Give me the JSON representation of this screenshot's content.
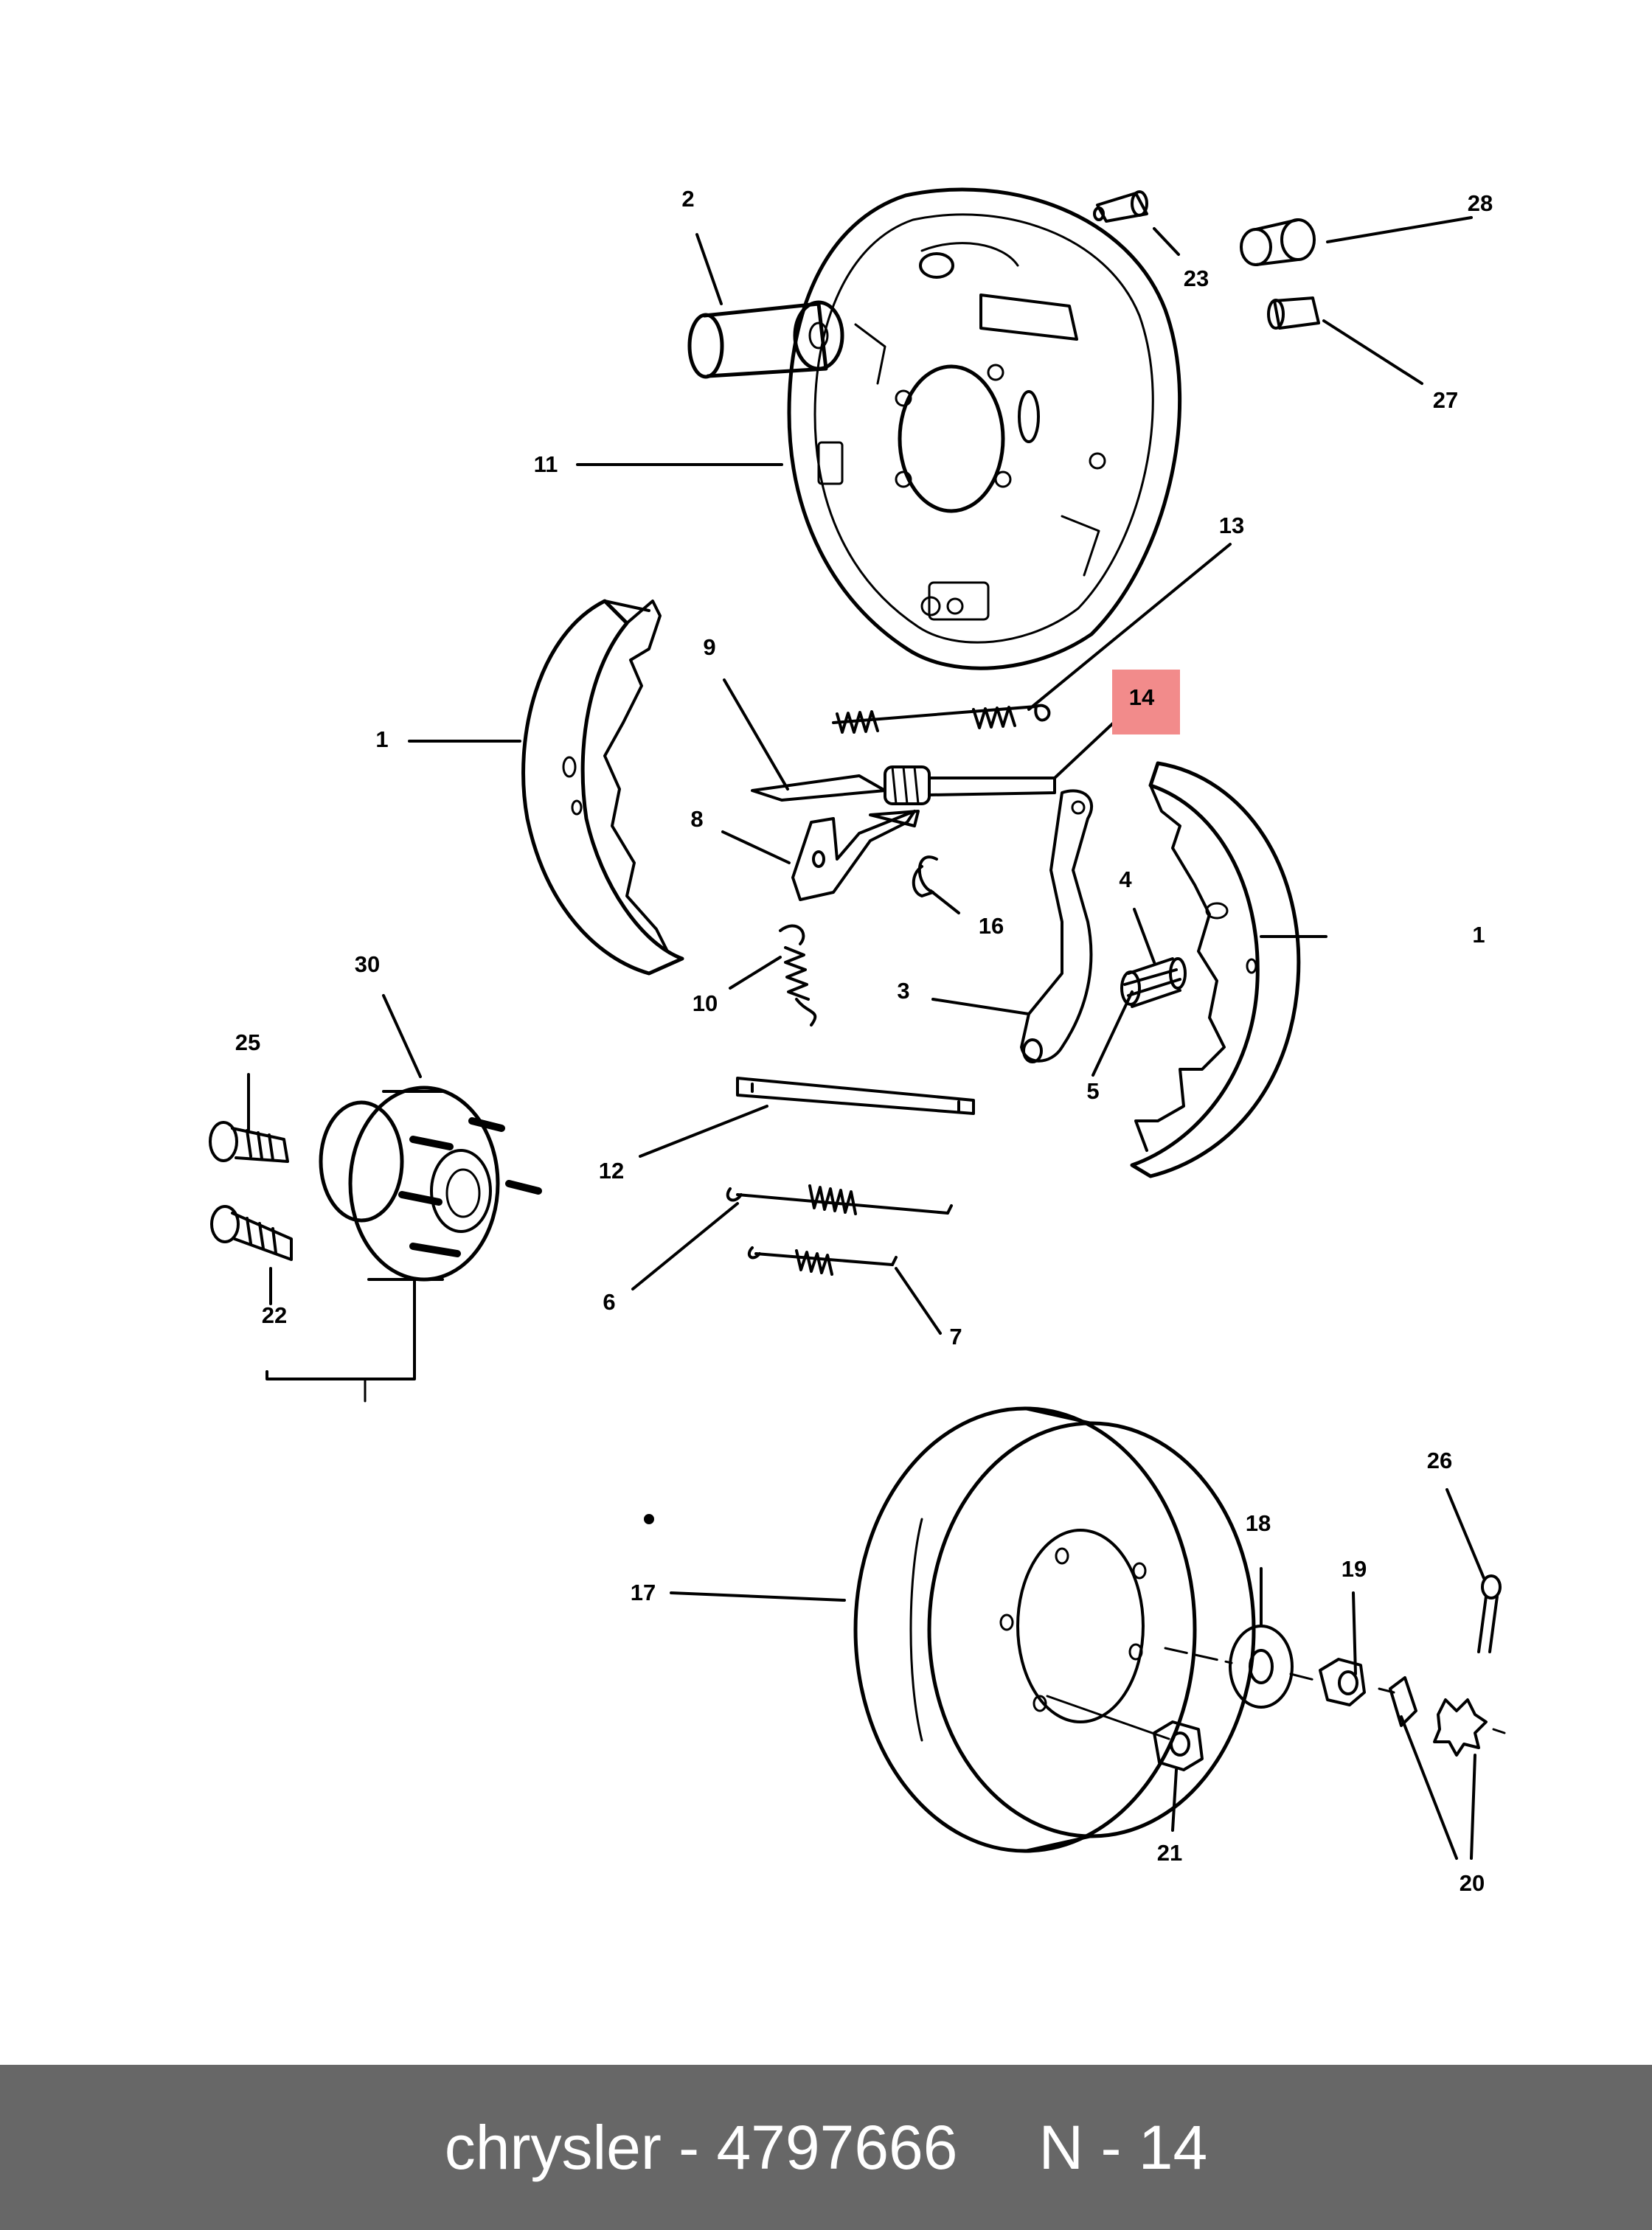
{
  "labels": {
    "l1a": "1",
    "l1b": "1",
    "l2": "2",
    "l3": "3",
    "l4": "4",
    "l5": "5",
    "l6": "6",
    "l7": "7",
    "l8": "8",
    "l9": "9",
    "l10": "10",
    "l11": "11",
    "l12": "12",
    "l13": "13",
    "l14": "14",
    "l16": "16",
    "l17": "17",
    "l18": "18",
    "l19": "19",
    "l20": "20",
    "l21": "21",
    "l22": "22",
    "l23": "23",
    "l25": "25",
    "l26": "26",
    "l27": "27",
    "l28": "28",
    "l30": "30"
  },
  "highlight": {
    "part": "14",
    "color": "#f28b8b"
  },
  "footer": {
    "brand_part": "chrysler - 4797666",
    "ref": "N - 14",
    "background": "#676767"
  }
}
